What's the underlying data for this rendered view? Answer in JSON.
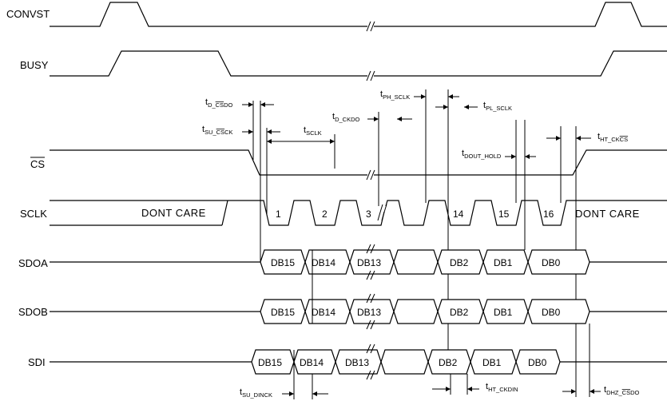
{
  "signals": {
    "convst": "CONVST",
    "busy": "BUSY",
    "cs": "CS",
    "sclk": "SCLK",
    "sdoa": "SDOA",
    "sdob": "SDOB",
    "sdi": "SDI"
  },
  "sclk": {
    "dont_care_left": "DONT  CARE",
    "dont_care_right": "DONT  CARE",
    "pulses": [
      "1",
      "2",
      "3",
      "14",
      "15",
      "16"
    ]
  },
  "sdoa_bits": [
    "DB15",
    "DB14",
    "DB13",
    "DB2",
    "DB1",
    "DB0"
  ],
  "sdob_bits": [
    "DB15",
    "DB14",
    "DB13",
    "DB2",
    "DB1",
    "DB0"
  ],
  "sdi_bits": [
    "DB15",
    "DB14",
    "DB13",
    "DB2",
    "DB1",
    "DB0"
  ],
  "timing": {
    "t_d_csdo": {
      "main": "t",
      "sub_pre": "D_",
      "sub_over": "CS",
      "sub_post": "DO"
    },
    "t_su_csck": {
      "main": "t",
      "sub_pre": "SU_",
      "sub_over": "CS",
      "sub_post": "CK"
    },
    "t_sclk": {
      "main": "t",
      "sub": "SCLK"
    },
    "t_d_ckdo": {
      "main": "t",
      "sub": "D_CKDO"
    },
    "t_ph_sclk": {
      "main": "t",
      "sub": "PH_SCLK"
    },
    "t_pl_sclk": {
      "main": "t",
      "sub": "PL_SCLK"
    },
    "t_dout_hold": {
      "main": "t",
      "sub": "DOUT_HOLD"
    },
    "t_ht_ckcs": {
      "main": "t",
      "sub_pre": "HT_CK",
      "sub_over": "CS",
      "sub_post": ""
    },
    "t_su_dinck": {
      "main": "t",
      "sub": "SU_DINCK"
    },
    "t_ht_ckdin": {
      "main": "t",
      "sub": "HT_CKDIN"
    },
    "t_dhz_csdo": {
      "main": "t",
      "sub_pre": "DHZ_",
      "sub_over": "CS",
      "sub_post": "DO"
    }
  }
}
